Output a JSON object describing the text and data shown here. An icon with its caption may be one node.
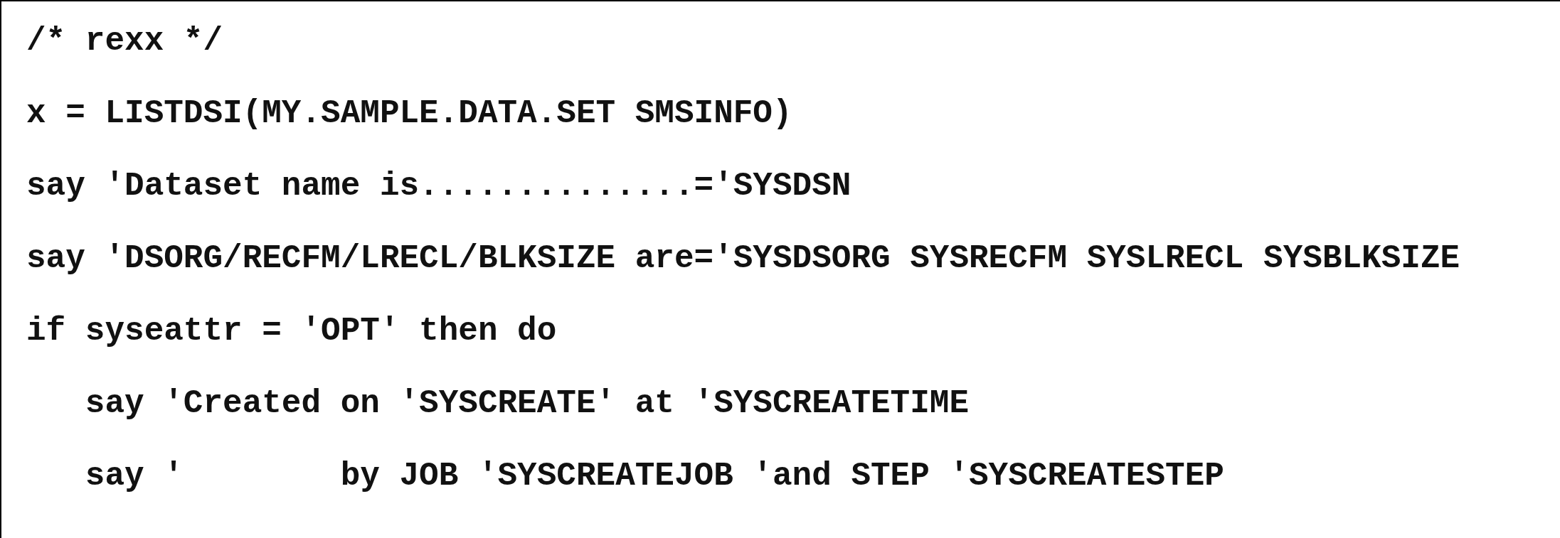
{
  "diagram": {
    "nodes": [
      {
        "text": [
          "/* rexx */",
          "x = LISTDSI(MY.SAMPLE.DATA.SET SMSINFO)",
          "say 'Dataset name is..............='SYSDSN",
          "say 'DSORG/RECFM/LRECL/BLKSIZE are='SYSDSORG SYSRECFM SYSLRECL SYSBLKSIZE",
          "if syseattr = 'OPT' then do",
          "   say 'Created on 'SYSCREATE' at 'SYSCREATETIME",
          "   say '        by JOB 'SYSCREATEJOB 'and STEP 'SYSCREATESTEP"
        ]
      }
    ]
  }
}
